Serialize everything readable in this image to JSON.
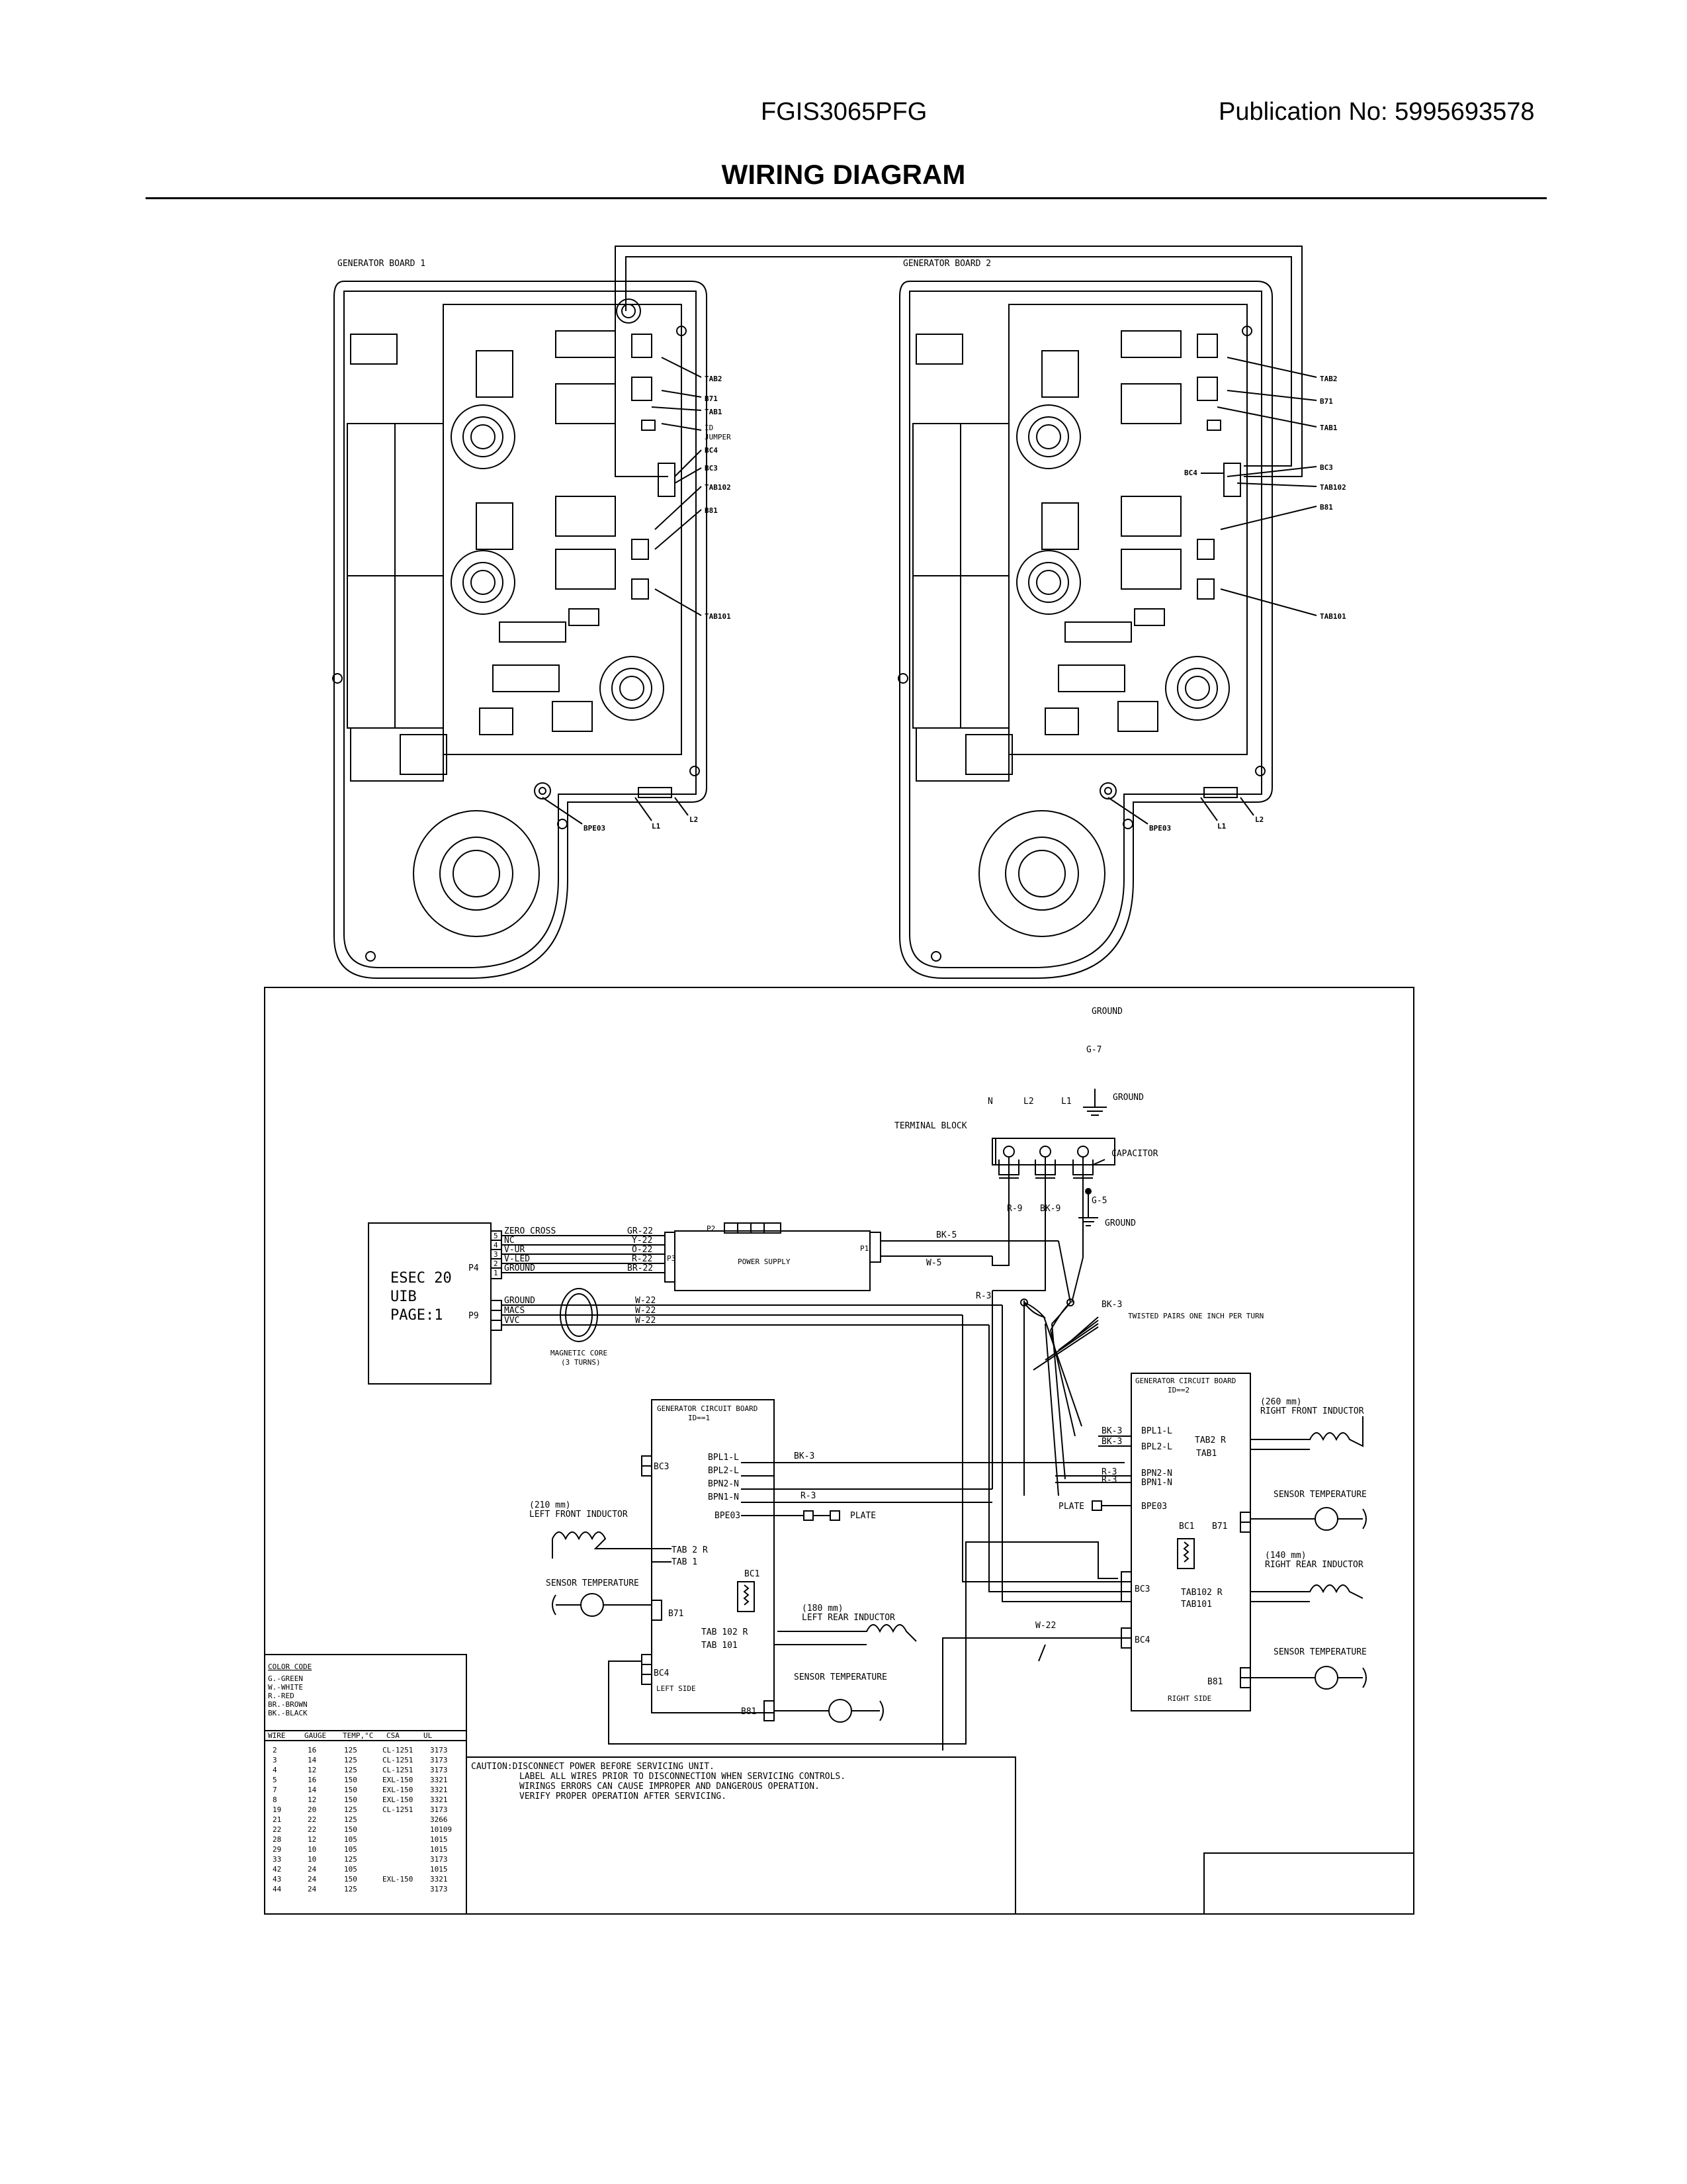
{
  "header": {
    "model": "FGIS3065PFG",
    "publication": "Publication No:  5995693578",
    "title": "WIRING DIAGRAM"
  },
  "board1": {
    "title": "GENERATOR BOARD 1",
    "callouts": [
      "TAB2",
      "B71",
      "TAB1",
      "ID",
      "JUMPER",
      "BC4",
      "BC3",
      "TAB102",
      "B81",
      "TAB101",
      "BPE03",
      "L1",
      "L2"
    ]
  },
  "board2": {
    "title": "GENERATOR BOARD 2",
    "callouts": [
      "TAB2",
      "B71",
      "TAB1",
      "BC3",
      "BC4",
      "TAB102",
      "B81",
      "TAB101",
      "BPE03",
      "L1",
      "L2"
    ]
  },
  "schematic": {
    "ground_top": "GROUND",
    "g7": "G-7",
    "ground2": "GROUND",
    "terminals": [
      "N",
      "L2",
      "L1"
    ],
    "terminal_block": "TERMINAL BLOCK",
    "capacitor": "CAPACITOR",
    "g5": "G-5",
    "ground3": "GROUND",
    "r9": "R-9",
    "bk9": "BK-9",
    "bk5": "BK-5",
    "w5": "W-5",
    "r3a": "R-3",
    "bk3a": "BK-3",
    "twisted": "TWISTED PAIRS ONE INCH PER TURN",
    "esec": [
      "ESEC 20",
      "UIB",
      "PAGE:1"
    ],
    "p4": "P4",
    "p9": "P9",
    "p4_pins": [
      "ZERO CROSS",
      "NC",
      "V-UR",
      "V-LED",
      "GROUND"
    ],
    "p4_nums": [
      "5",
      "4",
      "3",
      "2",
      "1"
    ],
    "p4_wires": [
      "GR-22",
      "Y-22",
      "O-22",
      "R-22",
      "BR-22"
    ],
    "p9_pins": [
      "GROUND",
      "MACS",
      "VVC"
    ],
    "p9_wires": [
      "W-22",
      "W-22",
      "W-22"
    ],
    "magnetic": [
      "MAGNETIC CORE",
      "(3 TURNS)"
    ],
    "power_supply": "POWER SUPPLY",
    "p2": "P2",
    "p3": "P3",
    "p1": "P1",
    "gcb1": {
      "title": "GENERATOR CIRCUIT BOARD",
      "id": "ID==1",
      "bc3": "BC3",
      "bc4": "BC4",
      "side": "LEFT SIDE",
      "pins": [
        "BPL1-L",
        "BPL2-L",
        "BPN2-N",
        "BPN1-N",
        "BPE03"
      ],
      "bk3": "BK-3",
      "r3": "R-3",
      "plate": "PLATE",
      "inductor1": [
        "(210 mm)",
        "LEFT FRONT INDUCTOR"
      ],
      "tab2r": "TAB 2 R",
      "tab1": "TAB 1",
      "bc1": "BC1",
      "sensor1": "SENSOR TEMPERATURE",
      "b71": "B71",
      "inductor2": [
        "(180 mm)",
        "LEFT REAR INDUCTOR"
      ],
      "tab102": "TAB 102 R",
      "tab101": "TAB 101",
      "sensor2": "SENSOR TEMPERATURE",
      "b81": "B81"
    },
    "gcb2": {
      "title": "GENERATOR CIRCUIT BOARD",
      "id": "ID==2",
      "pins": [
        "BPL1-L",
        "BPL2-L",
        "BPN2-N",
        "BPN1-N",
        "BPE03"
      ],
      "bk3a": "BK-3",
      "bk3b": "BK-3",
      "r3a": "R-3",
      "r3b": "R-3",
      "plate": "PLATE",
      "inductor1": [
        "(260 mm)",
        "RIGHT FRONT INDUCTOR"
      ],
      "tab2r": "TAB2 R",
      "tab1": "TAB1",
      "bc1": "BC1",
      "b71": "B71",
      "sensor1": "SENSOR TEMPERATURE",
      "inductor2": [
        "(140 mm)",
        "RIGHT REAR INDUCTOR"
      ],
      "tab102": "TAB102 R",
      "tab101": "TAB101",
      "bc3": "BC3",
      "bc4": "BC4",
      "w22": "W-22",
      "sensor2": "SENSOR TEMPERATURE",
      "b81": "B81",
      "side": "RIGHT SIDE"
    },
    "color_code": {
      "title": "COLOR CODE",
      "items": [
        "G.-GREEN",
        "W.-WHITE",
        "R.-RED",
        "BR.-BROWN",
        "BK.-BLACK"
      ]
    },
    "wire_table": {
      "headers": [
        "WIRE",
        "GAUGE",
        "TEMP,°C",
        "CSA",
        "UL"
      ],
      "rows": [
        [
          "2",
          "16",
          "125",
          "CL-1251",
          "3173"
        ],
        [
          "3",
          "14",
          "125",
          "CL-1251",
          "3173"
        ],
        [
          "4",
          "12",
          "125",
          "CL-1251",
          "3173"
        ],
        [
          "5",
          "16",
          "150",
          "EXL-150",
          "3321"
        ],
        [
          "7",
          "14",
          "150",
          "EXL-150",
          "3321"
        ],
        [
          "8",
          "12",
          "150",
          "EXL-150",
          "3321"
        ],
        [
          "19",
          "20",
          "125",
          "CL-1251",
          "3173"
        ],
        [
          "21",
          "22",
          "125",
          "",
          "3266"
        ],
        [
          "22",
          "22",
          "150",
          "",
          "10109"
        ],
        [
          "28",
          "12",
          "105",
          "",
          "1015"
        ],
        [
          "29",
          "10",
          "105",
          "",
          "1015"
        ],
        [
          "33",
          "10",
          "125",
          "",
          "3173"
        ],
        [
          "42",
          "24",
          "105",
          "",
          "1015"
        ],
        [
          "43",
          "24",
          "150",
          "EXL-150",
          "3321"
        ],
        [
          "44",
          "24",
          "125",
          "",
          "3173"
        ]
      ]
    },
    "caution": [
      "CAUTION:DISCONNECT POWER BEFORE SERVICING UNIT.",
      "LABEL ALL WIRES PRIOR TO DISCONNECTION WHEN SERVICING CONTROLS.",
      "WIRINGS ERRORS CAN CAUSE IMPROPER AND DANGEROUS OPERATION.",
      "VERIFY PROPER OPERATION AFTER SERVICING."
    ]
  }
}
